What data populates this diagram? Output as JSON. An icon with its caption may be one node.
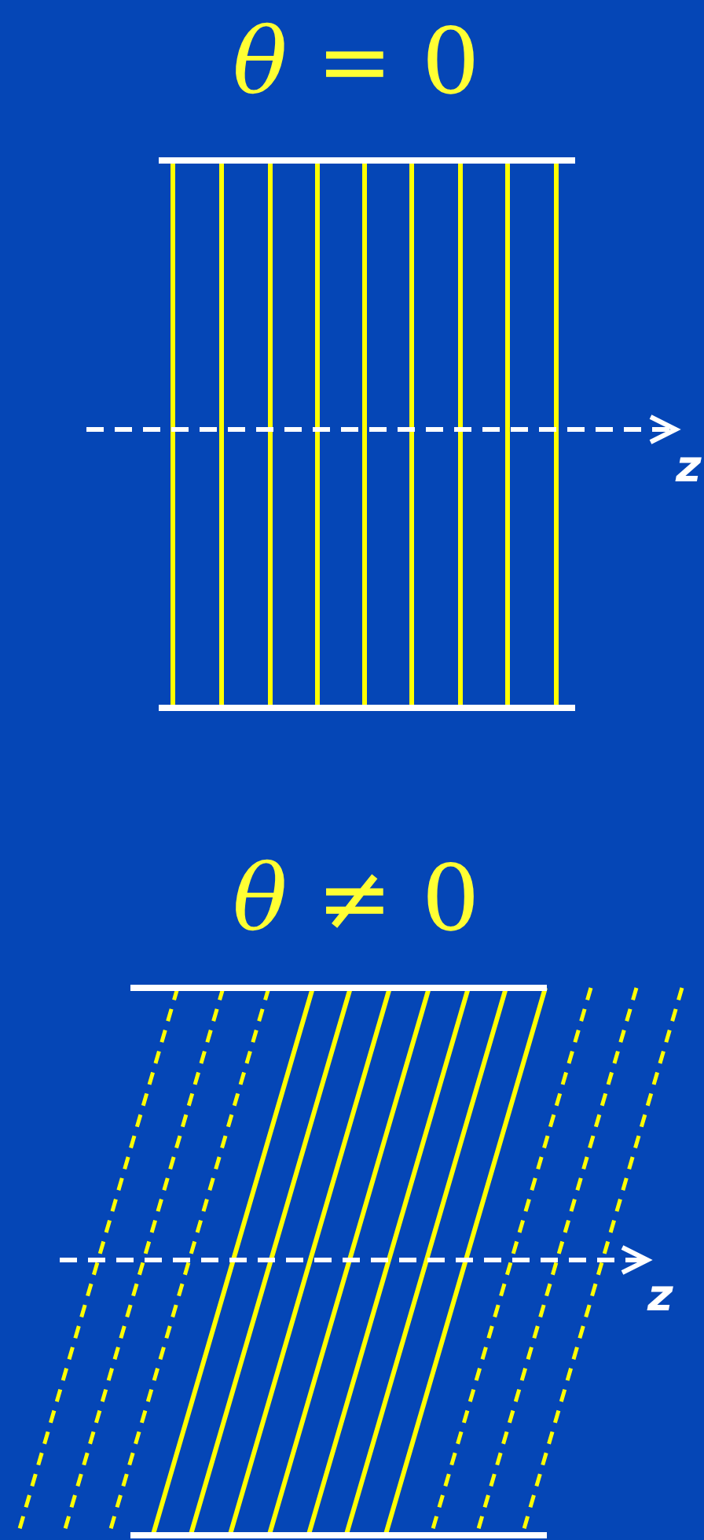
{
  "diagram": {
    "labels": [
      "*θ* = 0",
      "*z*",
      "*θ* ≠ 0",
      "*z*"
    ]
  }
}
